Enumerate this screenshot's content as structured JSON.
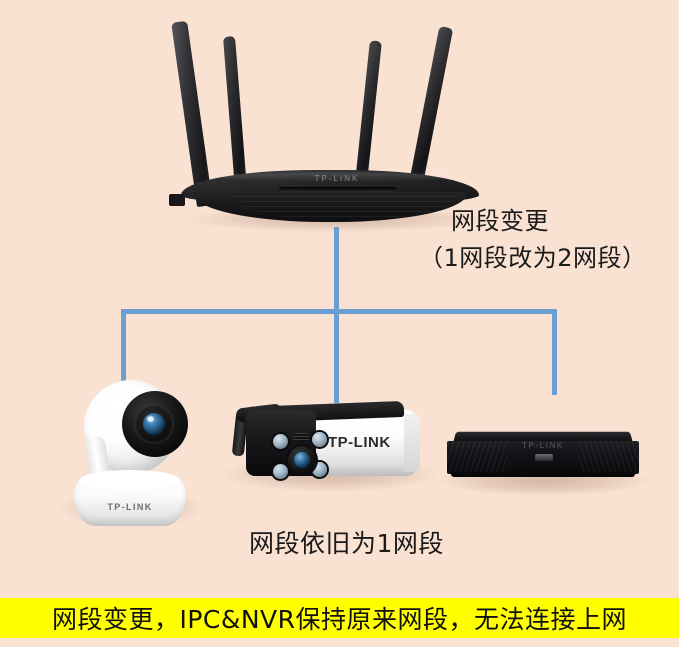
{
  "diagram": {
    "background_color": "#fae2d3",
    "line_color": "#6b9fd4",
    "banner_color": "#ffff00",
    "router": {
      "brand": "TP-LINK",
      "label_line1": "网段变更",
      "label_line2": "（1网段改为2网段）"
    },
    "devices": [
      {
        "name": "ptz-dome-camera",
        "brand": "TP-LINK"
      },
      {
        "name": "bullet-camera",
        "brand": "TP-LINK"
      },
      {
        "name": "nvr-recorder",
        "brand": "TP-LINK"
      }
    ],
    "device_group_label": "网段依旧为1网段",
    "banner_text": "网段变更，IPC&NVR保持原来网段，无法连接上网"
  }
}
